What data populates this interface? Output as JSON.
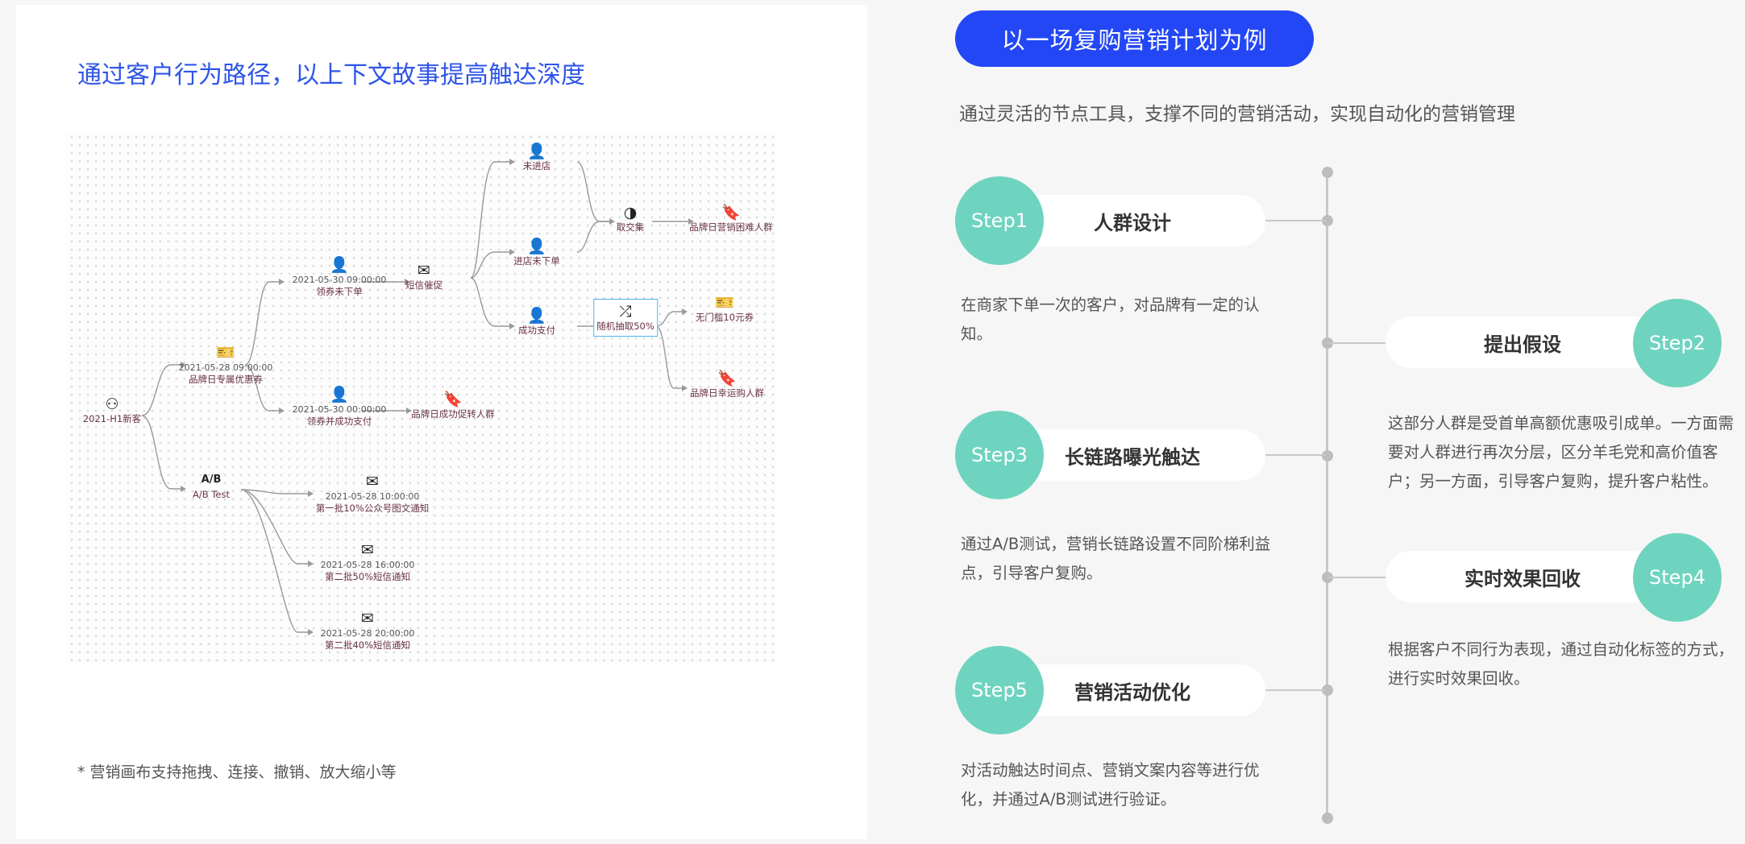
{
  "left": {
    "title": "通过客户行为路径，以上下文故事提高触达深度",
    "note": "* 营销画布支持拖拽、连接、撤销、放大缩小等",
    "nodes": {
      "n_root": {
        "icon": "⚇",
        "label": "2021-H1新客"
      },
      "n_coupon": {
        "icon": "🎫",
        "time": "2021-05-28 09:00:00",
        "label": "品牌日专属优惠券"
      },
      "n_ab": {
        "icon": "A/B",
        "label": "A/B Test"
      },
      "n_claim": {
        "icon": "👤",
        "time": "2021-05-30 09:00:00",
        "label": "领券未下单"
      },
      "n_claimpaid": {
        "icon": "👤",
        "time": "2021-05-30 00:00:00",
        "label": "领券并成功支付"
      },
      "n_sms": {
        "icon": "✉",
        "label": "短信催促"
      },
      "n_notstore": {
        "icon": "👤",
        "label": "未进店"
      },
      "n_storeno": {
        "icon": "👤",
        "label": "进店未下单"
      },
      "n_paid": {
        "icon": "👤",
        "label": "成功支付"
      },
      "n_intersect": {
        "icon": "◑",
        "label": "取交集"
      },
      "n_hardgroup": {
        "icon": "🔖",
        "label": "品牌日营销困难人群"
      },
      "n_random": {
        "icon": "⤮",
        "label": "随机抽取50%"
      },
      "n_nothreshold": {
        "icon": "🎫",
        "label": "无门槛10元券"
      },
      "n_luckygroup": {
        "icon": "🔖",
        "label": "品牌日幸运购人群"
      },
      "n_convertgroup": {
        "icon": "🔖",
        "label": "品牌日成功促转人群"
      },
      "n_batch1": {
        "icon": "✉",
        "time": "2021-05-28 10:00:00",
        "label": "第一批10%公众号图文通知"
      },
      "n_batch2": {
        "icon": "✉",
        "time": "2021-05-28 16:00:00",
        "label": "第二批50%短信通知"
      },
      "n_batch3": {
        "icon": "✉",
        "time": "2021-05-28 20:00:00",
        "label": "第二批40%短信通知"
      }
    }
  },
  "right": {
    "pill_title": "以一场复购营销计划为例",
    "subtitle": "通过灵活的节点工具，支撑不同的营销活动，实现自动化的营销管理",
    "steps": [
      {
        "circle": "Step1",
        "title": "人群设计",
        "desc": "在商家下单一次的客户，对品牌有一定的认知。"
      },
      {
        "circle": "Step2",
        "title": "提出假设",
        "desc": "这部分人群是受首单高额优惠吸引成单。一方面需要对人群进行再次分层，区分羊毛党和高价值客户；另一方面，引导客户复购，提升客户粘性。"
      },
      {
        "circle": "Step3",
        "title": "长链路曝光触达",
        "desc": "通过A/B测试，营销长链路设置不同阶梯利益点，引导客户复购。"
      },
      {
        "circle": "Step4",
        "title": "实时效果回收",
        "desc": "根据客户不同行为表现，通过自动化标签的方式，进行实时效果回收。"
      },
      {
        "circle": "Step5",
        "title": "营销活动优化",
        "desc": "对活动触达时间点、营销文案内容等进行优化，并通过A/B测试进行验证。"
      }
    ]
  },
  "colors": {
    "accent": "#2347f5",
    "step": "#6fd4bf",
    "title_blue": "#2e55e8"
  }
}
